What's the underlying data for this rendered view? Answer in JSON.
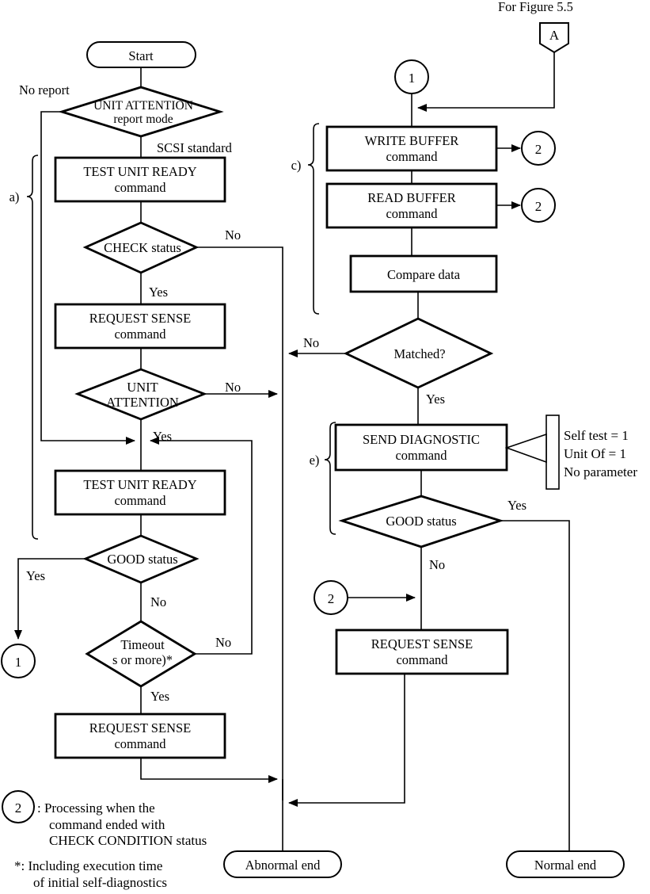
{
  "figure": {
    "title_ref": "For Figure 5.5",
    "connector_A": "A"
  },
  "left_branch": {
    "group_label": "a)",
    "start": "Start",
    "decision_unit_attention_line1": "UNIT ATTENTION",
    "decision_unit_attention_line2": "report mode",
    "label_no_report": "No report",
    "label_scsi_standard": "SCSI standard",
    "test_unit_ready_1_line1": "TEST UNIT READY",
    "test_unit_ready_1_line2": "command",
    "check_status": "CHECK status",
    "check_status_no": "No",
    "check_status_yes": "Yes",
    "request_sense_1_line1": "REQUEST SENSE",
    "request_sense_1_line2": "command",
    "unit_attention_line1": "UNIT",
    "unit_attention_line2": "ATTENTION",
    "unit_attention_no": "No",
    "unit_attention_yes": "Yes",
    "test_unit_ready_2_line1": "TEST UNIT READY",
    "test_unit_ready_2_line2": "command",
    "good_status": "GOOD status",
    "good_status_yes": "Yes",
    "good_status_no": "No",
    "timeout_line1": "Timeout",
    "timeout_line2": "s or more)*",
    "timeout_no": "No",
    "timeout_yes": "Yes",
    "request_sense_2_line1": "REQUEST SENSE",
    "request_sense_2_line2": "command",
    "connector_1": "1"
  },
  "right_branch": {
    "group_label_c": "c)",
    "group_label_e": "e)",
    "connector_1": "1",
    "write_buffer_line1": "WRITE BUFFER",
    "write_buffer_line2": "command",
    "write_buffer_exit": "2",
    "read_buffer_line1": "READ BUFFER",
    "read_buffer_line2": "command",
    "read_buffer_exit": "2",
    "compare_data": "Compare data",
    "matched": "Matched?",
    "matched_no": "No",
    "matched_yes": "Yes",
    "send_diagnostic_line1": "SEND DIAGNOSTIC",
    "send_diagnostic_line2": "command",
    "annotation_line1": "Self test = 1",
    "annotation_line2": "Unit Of = 1",
    "annotation_line3": "No parameter",
    "good_status": "GOOD status",
    "good_status_yes": "Yes",
    "good_status_no": "No",
    "connector_2": "2",
    "request_sense_line1": "REQUEST SENSE",
    "request_sense_line2": "command"
  },
  "terminals": {
    "abnormal_end": "Abnormal end",
    "normal_end": "Normal end"
  },
  "legend": {
    "symbol_2": "2",
    "note2_line1": ": Processing when the",
    "note2_line2": "command ended with",
    "note2_line3": "CHECK CONDITION status",
    "note_star_line1": "*: Including execution time",
    "note_star_line2": "of initial self-diagnostics"
  },
  "colors": {
    "stroke": "#000000",
    "background": "#ffffff"
  }
}
